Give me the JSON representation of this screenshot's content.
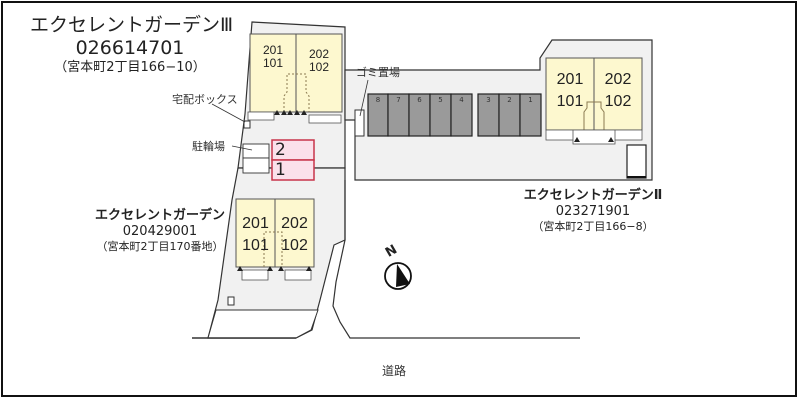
{
  "buildings": {
    "garden3": {
      "name": "エクセレントガーデンⅢ",
      "code": "026614701",
      "address": "（宮本町2丁目166−10）",
      "units_left": [
        "201",
        "101"
      ],
      "units_right": [
        "202",
        "102"
      ]
    },
    "garden1": {
      "name": "エクセレントガーデン",
      "code": "020429001",
      "address": "（宮本町2丁目170番地）",
      "units_left": [
        "201",
        "101"
      ],
      "units_right": [
        "202",
        "102"
      ]
    },
    "garden2": {
      "name": "エクセレントガーデンⅡ",
      "code": "023271901",
      "address": "（宮本町2丁目166−8）",
      "units_left": [
        "201",
        "101"
      ],
      "units_right": [
        "202",
        "102"
      ]
    }
  },
  "labels": {
    "delivery_box": "宅配ボックス",
    "bicycle_parking": "駐輪場",
    "garbage": "ゴミ置場",
    "road": "道路",
    "north": "N"
  },
  "parking": {
    "highlighted": [
      "2",
      "1"
    ],
    "row_left": [
      "8",
      "7",
      "6",
      "5",
      "4"
    ],
    "row_right": [
      "3",
      "2",
      "1"
    ]
  },
  "colors": {
    "building_fill": "#fdf8cf",
    "lot_fill": "#f1f1f1",
    "parking_gray": "#9a9a9a",
    "highlight_fill": "#fbe0ea",
    "highlight_border": "#c8344a"
  }
}
